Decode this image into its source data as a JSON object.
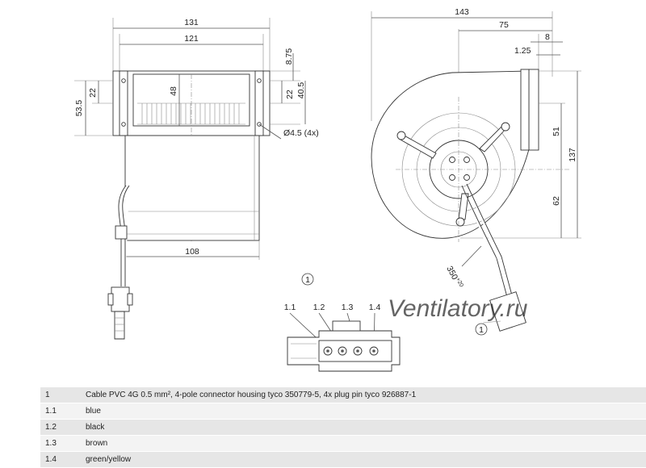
{
  "dimensions": {
    "front_overall_width": "131",
    "front_flange_width": "121",
    "front_flange_height": "8.75",
    "front_outlet_height": "48",
    "front_left_height": "53.5",
    "front_left_half": "22",
    "front_right_half": "22",
    "front_right_height": "40.5",
    "front_hole_diameter": "Ø4.5 (4x)",
    "front_bottom_width": "108",
    "side_overall_width": "143",
    "side_axis_offset": "75",
    "side_flange_depth": "8",
    "side_flange_thickness": "1.25",
    "side_upper_height": "51",
    "side_overall_height": "137",
    "side_lower_height": "62",
    "cable_length": "350",
    "cable_tolerance": "+20"
  },
  "callouts": {
    "cable_ref_top": "1",
    "cable_ref_side": "1",
    "pin_1": "1.1",
    "pin_2": "1.2",
    "pin_3": "1.3",
    "pin_4": "1.4"
  },
  "watermark": "Ventilatory.ru",
  "legend": [
    {
      "num": "1",
      "desc": "Cable PVC 4G 0.5 mm², 4-pole connector housing tyco 350779-5, 4x plug pin tyco 926887-1"
    },
    {
      "num": "1.1",
      "desc": "blue"
    },
    {
      "num": "1.2",
      "desc": "black"
    },
    {
      "num": "1.3",
      "desc": "brown"
    },
    {
      "num": "1.4",
      "desc": "green/yellow"
    }
  ]
}
